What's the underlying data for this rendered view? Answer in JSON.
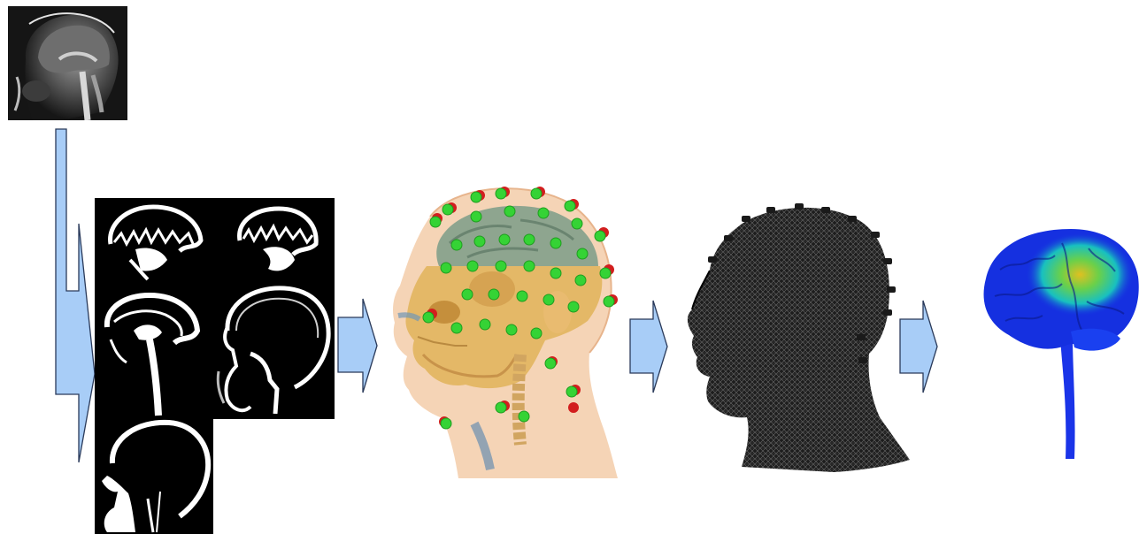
{
  "diagram": {
    "stages": [
      {
        "icon": "mri-sagittal-scan-icon"
      },
      {
        "icon": "segmented-tissue-masks-icon"
      },
      {
        "icon": "head-model-with-eeg-electrodes-icon"
      },
      {
        "icon": "head-surface-mesh-icon"
      },
      {
        "icon": "brain-activity-map-icon"
      }
    ],
    "arrows": [
      {
        "icon": "down-right-bent-arrow-icon",
        "from": 0,
        "to": 1
      },
      {
        "icon": "right-arrow-icon",
        "from": 1,
        "to": 2
      },
      {
        "icon": "right-arrow-icon",
        "from": 2,
        "to": 3
      },
      {
        "icon": "right-arrow-icon",
        "from": 3,
        "to": 4
      }
    ],
    "colors": {
      "arrow_fill": "#a8cdf7",
      "arrow_stroke": "#2a3a5a",
      "electrode_green": "#35d335",
      "electrode_red": "#d21e1e",
      "skin": "#f2c9a6",
      "skull": "#e2b866",
      "brain_tissue": "#7f9a86",
      "brain_blue": "#1530e0"
    }
  }
}
